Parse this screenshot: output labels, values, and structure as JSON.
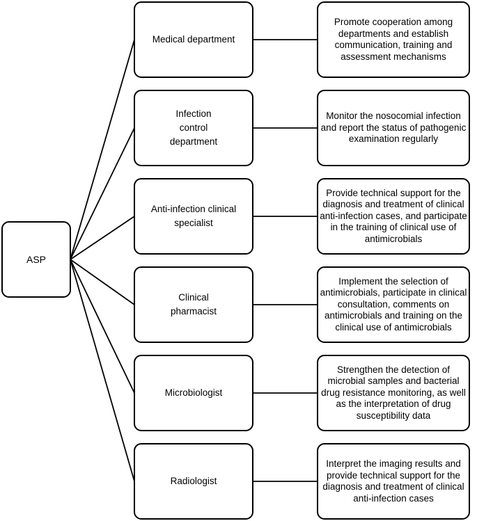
{
  "diagram": {
    "root": {
      "label": "ASP"
    },
    "rows": [
      {
        "role": "Medical department",
        "desc": "Promote cooperation among departments and establish communication, training and assessment mechanisms"
      },
      {
        "role": "Infection\ncontrol\ndepartment",
        "desc": "Monitor the nosocomial infection and report the status of pathogenic examination regularly"
      },
      {
        "role": "Anti-infection clinical\nspecialist",
        "desc": "Provide technical support for the diagnosis and treatment of clinical anti-infection cases, and participate in the training of clinical use of antimicrobials"
      },
      {
        "role": "Clinical\npharmacist",
        "desc": "Implement the selection of antimicrobials, participate in clinical consultation, comments on antimicrobials and training on the clinical use of antimicrobials"
      },
      {
        "role": "Microbiologist",
        "desc": "Strengthen the detection of microbial samples and bacterial drug resistance monitoring, as well as the interpretation of drug susceptibility data"
      },
      {
        "role": "Radiologist",
        "desc": "Interpret the imaging results and provide technical support for the diagnosis and treatment of clinical anti-infection cases"
      }
    ],
    "line_color": "#000000"
  }
}
